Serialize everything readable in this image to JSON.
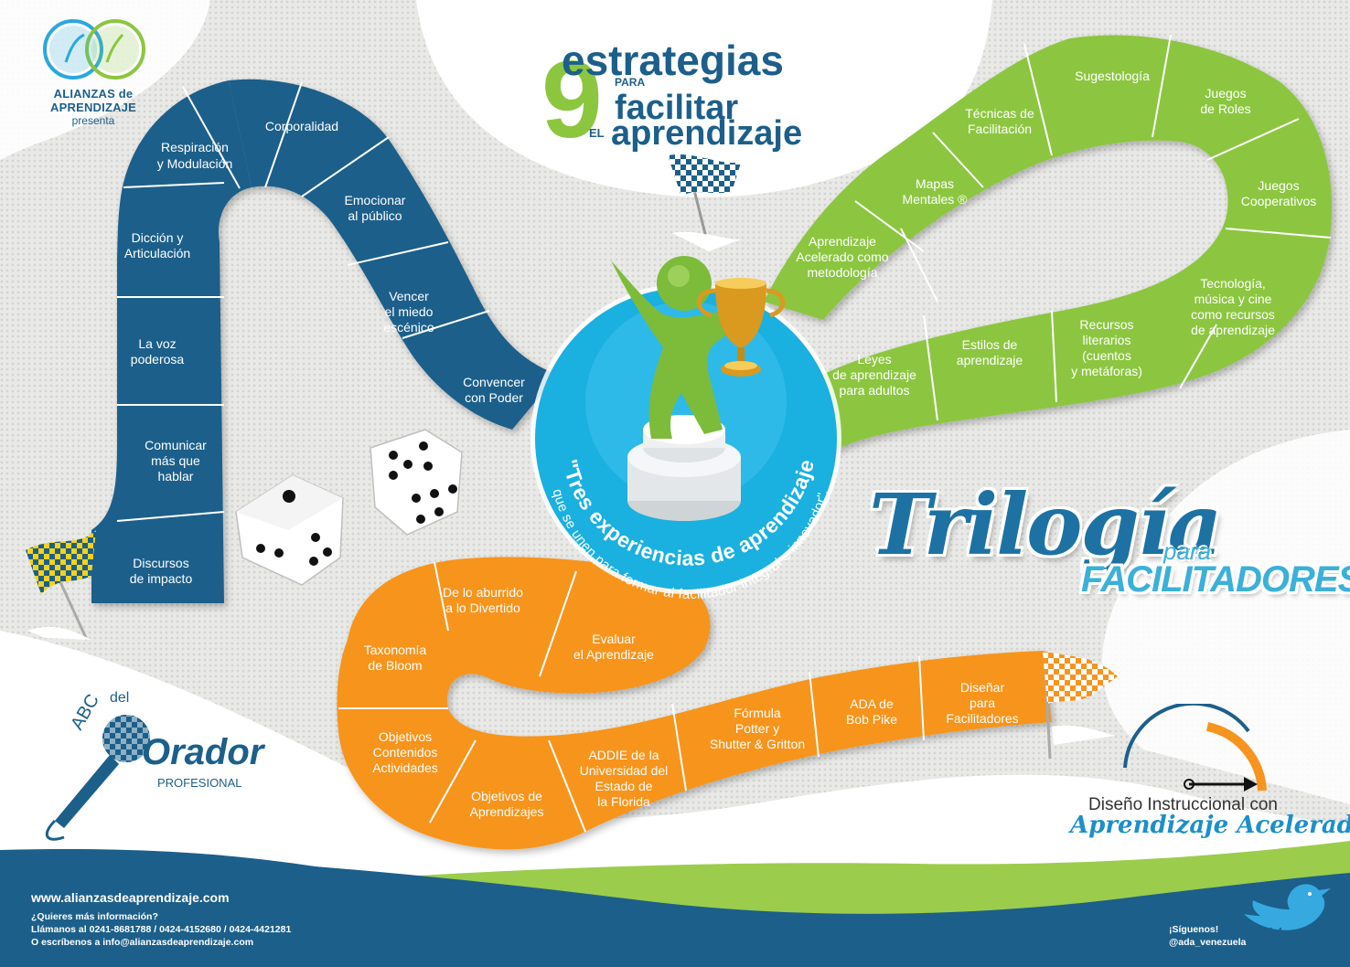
{
  "brand": {
    "name": "ALIANZAS de APRENDIZAJE",
    "presents": "presenta"
  },
  "title": {
    "number": "9",
    "word1": "estrategias",
    "small1": "PARA",
    "word2": "facilitar",
    "small2": "EL",
    "word3": "aprendizaje"
  },
  "blue_path": [
    "Corporalidad",
    "Respiración y Modulación",
    "Emocionar al público",
    "Dicción y Articulación",
    "Vencer el miedo escénico",
    "La voz poderosa",
    "Convencer con Poder",
    "Comunicar más que hablar",
    "Discursos de impacto"
  ],
  "green_path": [
    "Sugestología",
    "Técnicas de Facilitación",
    "Juegos de Roles",
    "Mapas Mentales ®",
    "Juegos Cooperativos",
    "Aprendizaje Acelerado como metodología",
    "Tecnología, música y cine como recursos de aprendizaje",
    "Recursos literarios (cuentos y metáforas)",
    "Estilos de aprendizaje",
    "Leyes de aprendizaje para adultos"
  ],
  "orange_path": [
    "De lo aburrido a lo Divertido",
    "Taxonomía de Bloom",
    "Evaluar el Aprendizaje",
    "Objetivos Contenidos Actividades",
    "Objetivos de Aprendizajes",
    "ADDIE de la Universidad del Estado de la Florida",
    "Fórmula Potter y Shutter & Gritton",
    "ADA de Bob Pike",
    "Diseñar para Facilitadores"
  ],
  "center_circle": {
    "line1": "\"Tres experiencias de aprendizaje",
    "line2": "que se unen para formar al facilitador integral e innovador\"."
  },
  "trilogia": {
    "word": "Trilogía",
    "para": "para",
    "facilitadores": "FACILITADORES"
  },
  "abc_logo": {
    "abc": "ABC",
    "del": "del",
    "orador": "Orador",
    "profesional": "PROFESIONAL"
  },
  "diseno_logo": {
    "line1": "Diseño Instruccional con",
    "line2": "Aprendizaje Acelerado"
  },
  "footer": {
    "url": "www.alianzasdeaprendizaje.com",
    "more_info": "¿Quieres más información?",
    "phones": "Llámanos al 0241-8681788 / 0424-4152680 / 0424-4421281",
    "email": "O escríbenos a info@alianzasdeaprendizaje.com",
    "follow": "¡Síguenos!",
    "handle": "@ada_venezuela"
  },
  "colors": {
    "blue": "#1c5f8a",
    "green": "#8cc63f",
    "orange": "#f7941d",
    "cyan": "#1ab0e0",
    "footer_blue": "#1c5f8a",
    "footer_green": "#9ccc4c"
  },
  "icons": [
    "checkered-flag-icon",
    "trophy-icon",
    "dice-icon",
    "microphone-icon",
    "twitter-bird-icon",
    "arrow-gauge-icon"
  ]
}
